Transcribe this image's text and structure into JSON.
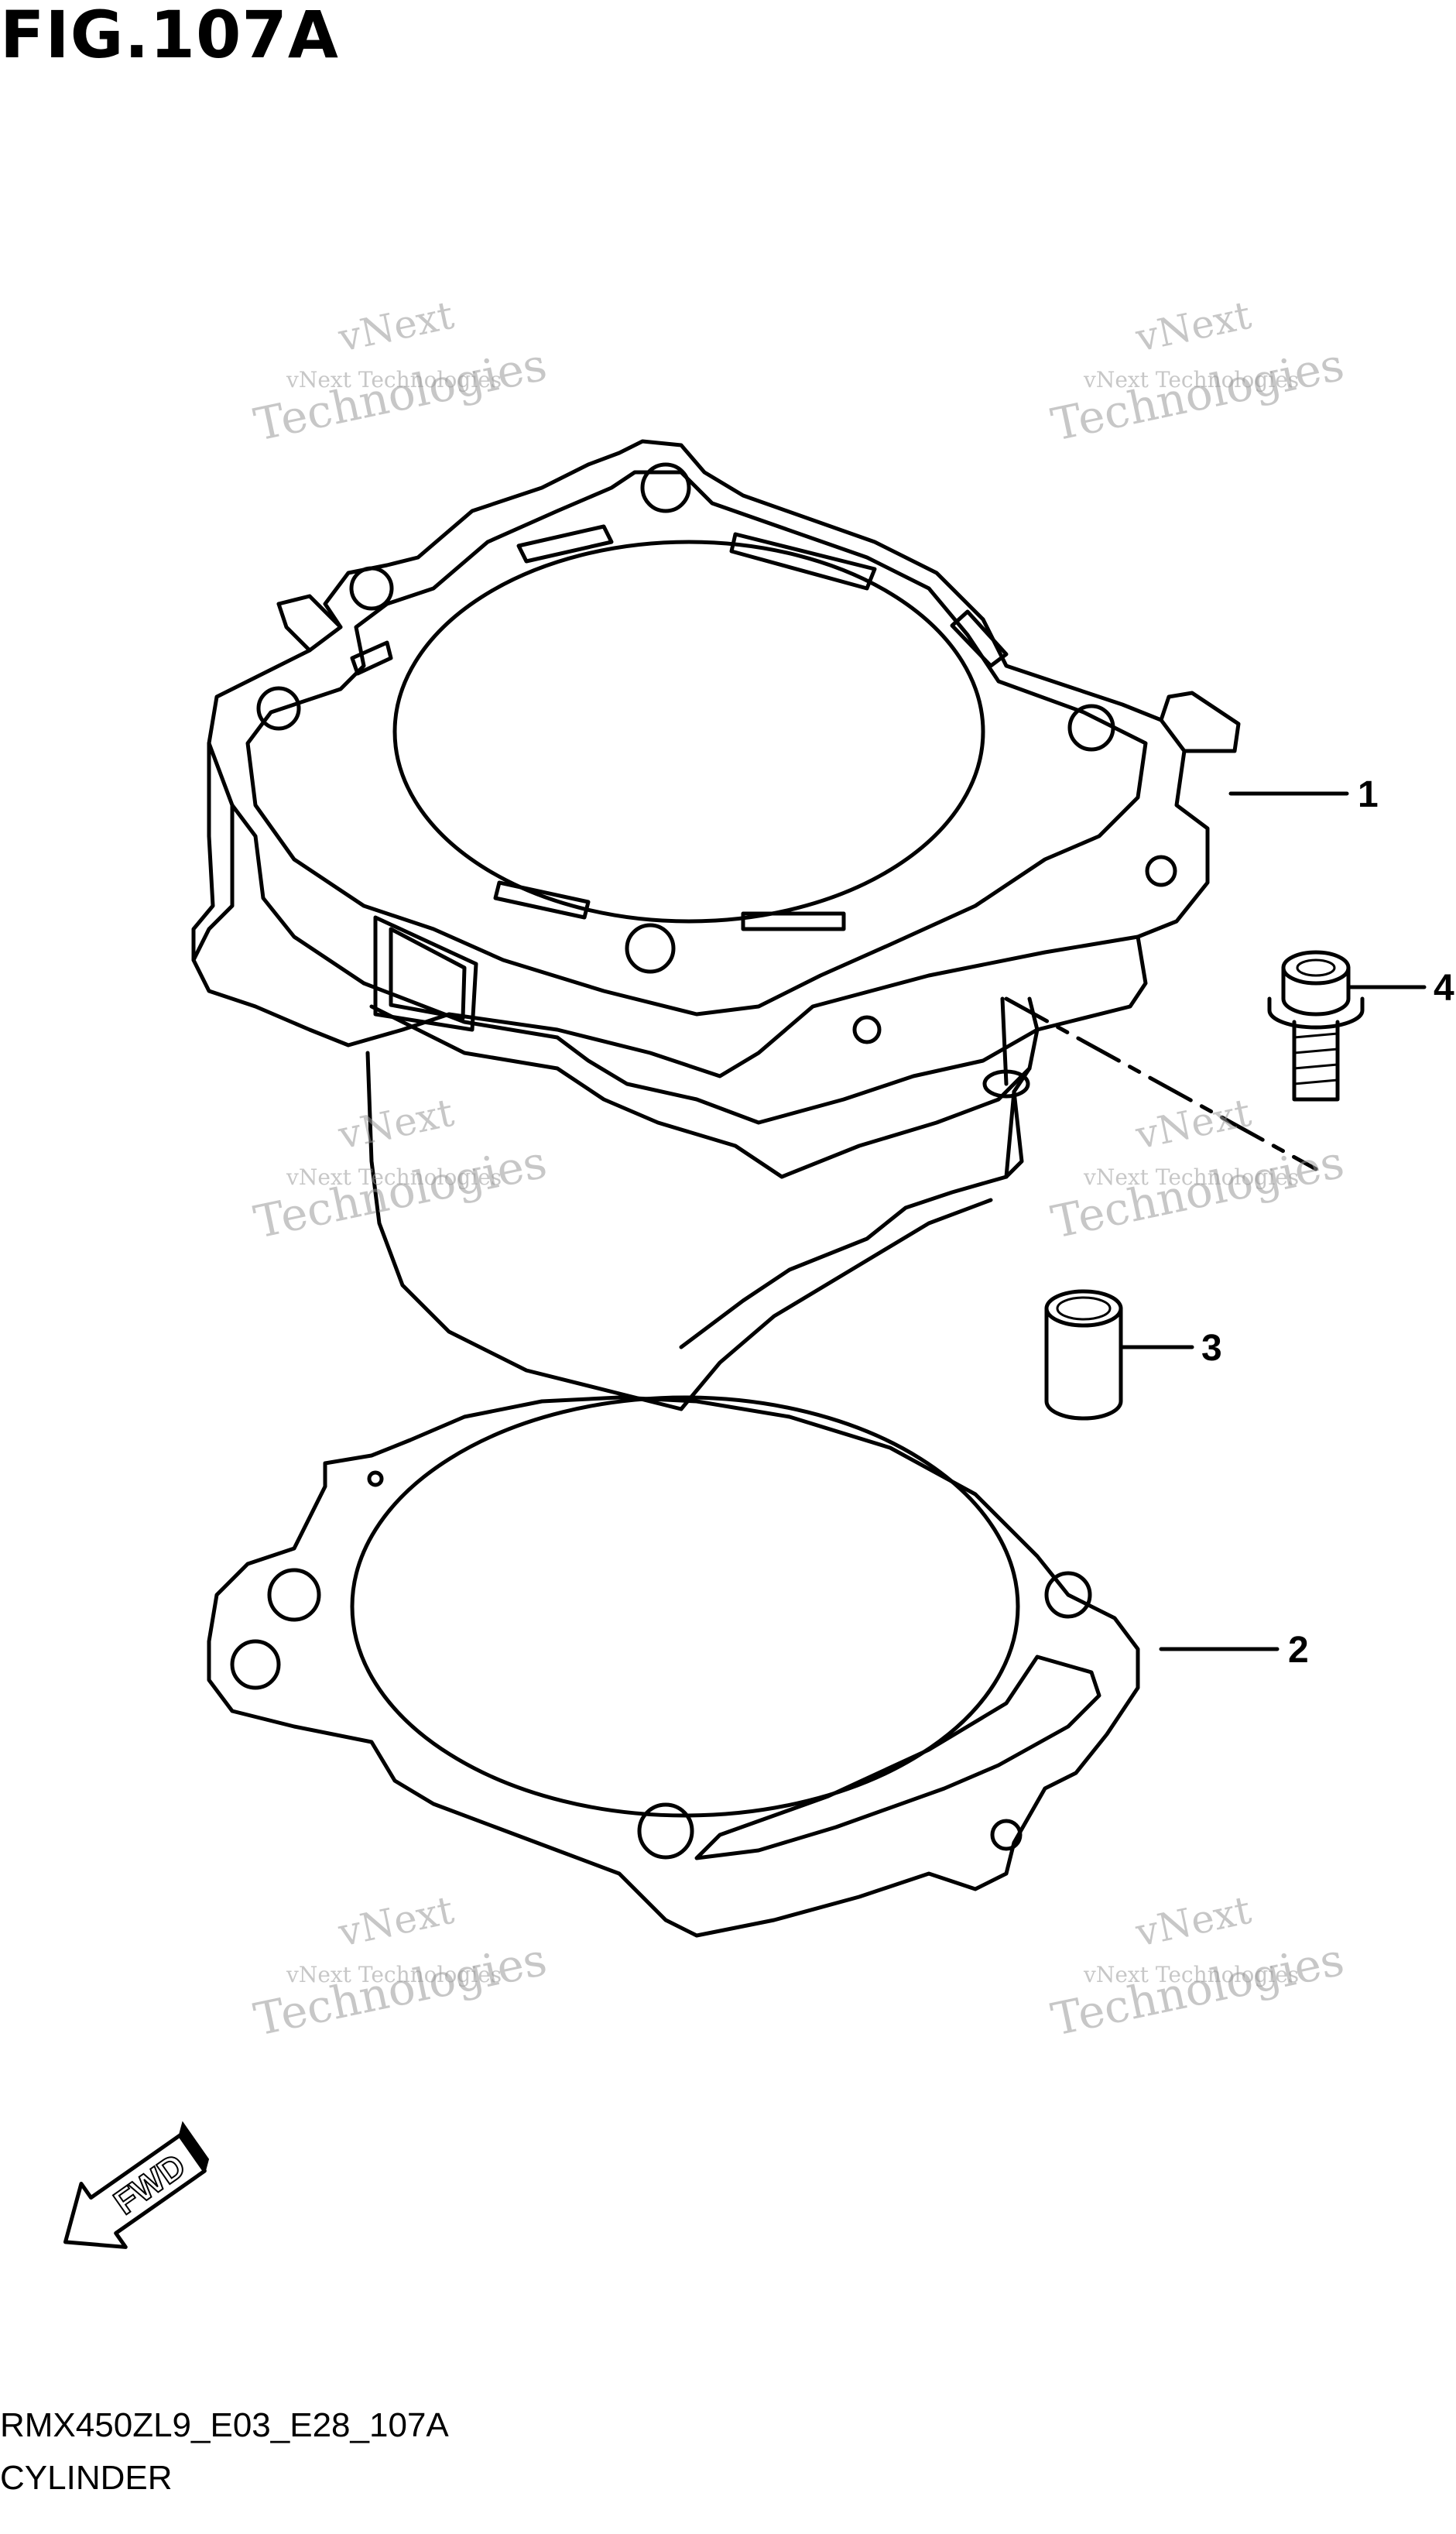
{
  "figure": {
    "title": "FIG.107A",
    "code": "RMX450ZL9_E03_E28_107A",
    "name": "CYLINDER"
  },
  "parts": [
    {
      "number": "1",
      "part": "cylinder"
    },
    {
      "number": "2",
      "part": "cylinder-gasket"
    },
    {
      "number": "3",
      "part": "dowel-pin"
    },
    {
      "number": "4",
      "part": "bolt"
    }
  ],
  "direction": {
    "label": "FWD"
  },
  "watermark": {
    "line1": "vNext Technologies",
    "line2": "vNext",
    "line3": "Technologies"
  },
  "colors": {
    "line": "#000000",
    "watermark": "#9a9a9a",
    "background": "#ffffff"
  }
}
